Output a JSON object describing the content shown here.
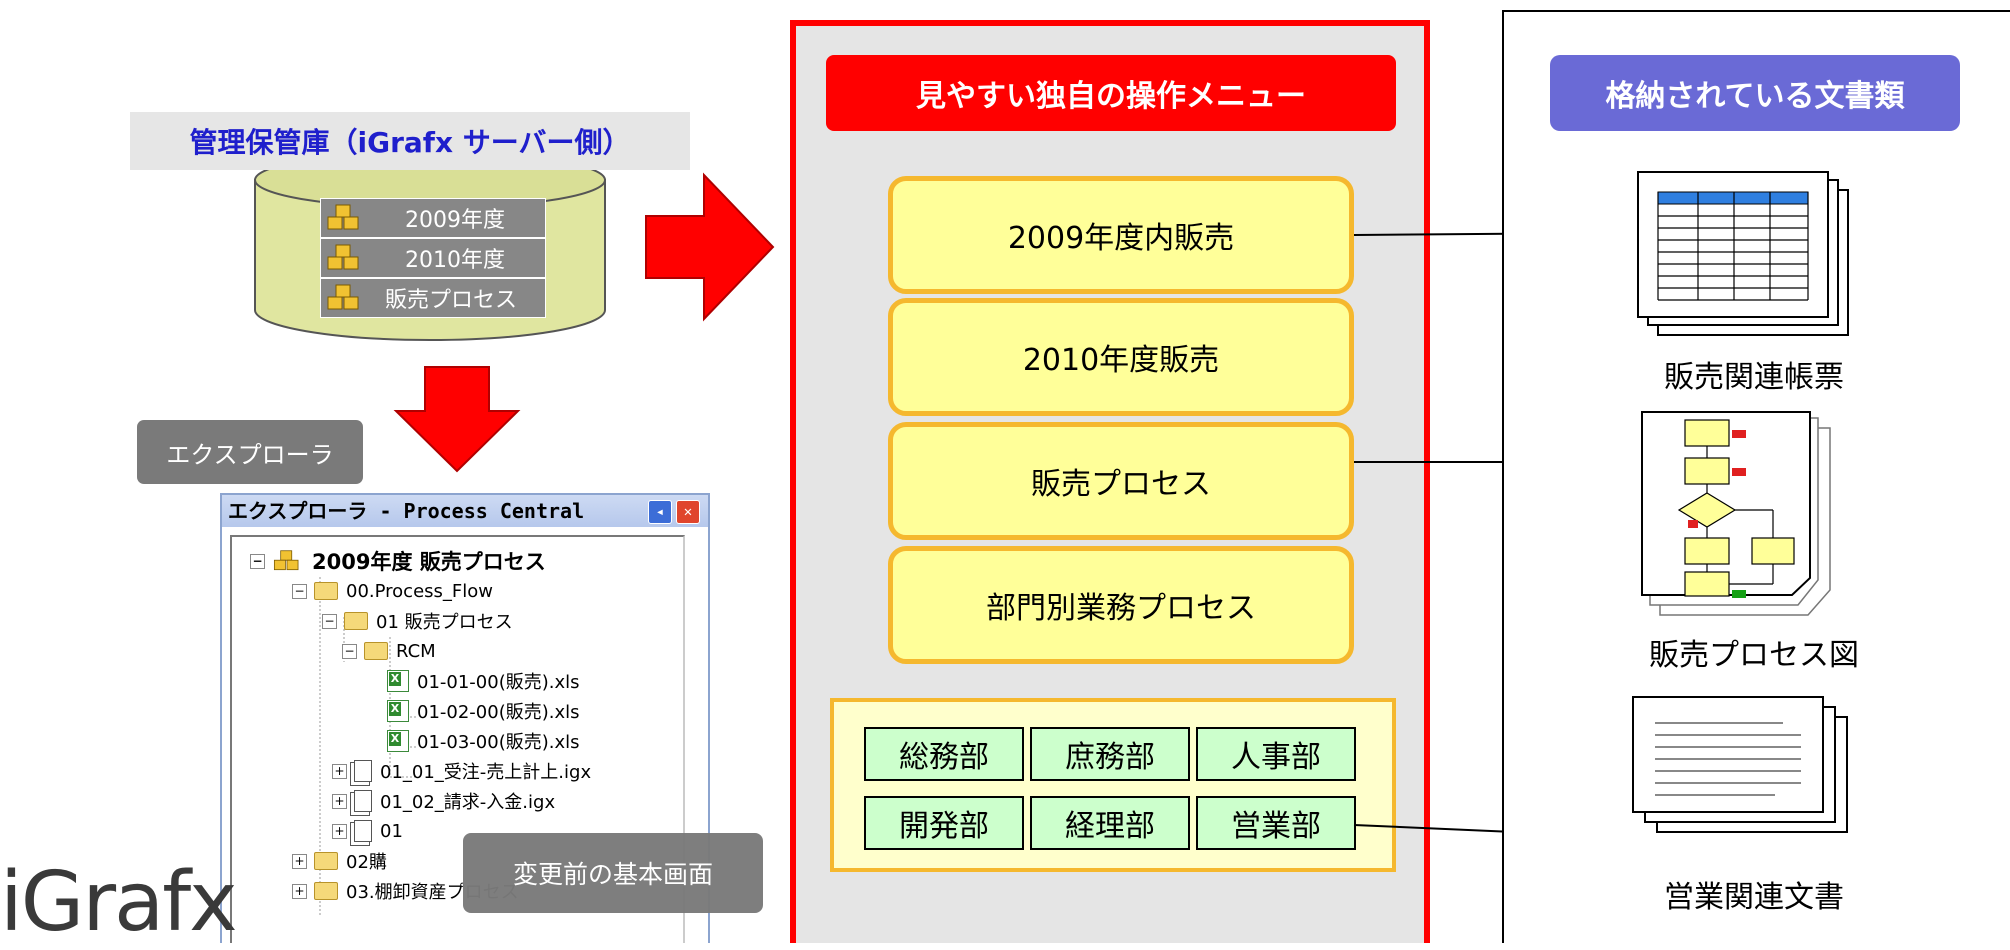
{
  "repository": {
    "title": "管理保管庫（iGrafx サーバー側）",
    "items": [
      "2009年度",
      "2010年度",
      "販売プロセス"
    ]
  },
  "explorer_label": "エクスプローラ",
  "explorer": {
    "title": "エクスプローラ - Process Central",
    "tree": [
      {
        "toggle": "⊟",
        "icon": "cubes",
        "label": "2009年度 販売プロセス",
        "bold": true
      },
      {
        "toggle": "⊟",
        "icon": "folder",
        "label": "00.Process_Flow"
      },
      {
        "toggle": "⊟",
        "icon": "folder",
        "label": "01 販売プロセス"
      },
      {
        "toggle": "⊟",
        "icon": "folder",
        "label": "RCM"
      },
      {
        "toggle": "",
        "icon": "xls",
        "label": "01-01-00(販売).xls"
      },
      {
        "toggle": "",
        "icon": "xls",
        "label": "01-02-00(販売).xls"
      },
      {
        "toggle": "",
        "icon": "xls",
        "label": "01-03-00(販売).xls"
      },
      {
        "toggle": "⊞",
        "icon": "doc",
        "label": "01_01_受注-売上計上.igx"
      },
      {
        "toggle": "⊞",
        "icon": "doc",
        "label": "01_02_請求-入金.igx"
      },
      {
        "toggle": "⊞",
        "icon": "doc",
        "label": "01"
      },
      {
        "toggle": "⊞",
        "icon": "folder",
        "label": "02購"
      },
      {
        "toggle": "⊞",
        "icon": "folder",
        "label": "03.棚卸資産プロセス"
      }
    ]
  },
  "before_label": "変更前の基本画面",
  "logo_text": "iGrafx",
  "menu": {
    "header": "見やすい独自の操作メニュー",
    "items": [
      "2009年度内販売",
      "2010年度販売",
      "販売プロセス",
      "部門別業務プロセス"
    ],
    "departments": [
      "総務部",
      "庶務部",
      "人事部",
      "開発部",
      "経理部",
      "営業部"
    ]
  },
  "documents": {
    "header": "格納されている文書類",
    "labels": [
      "販売関連帳票",
      "販売プロセス図",
      "営業関連文書"
    ]
  },
  "colors": {
    "red": "#ff0000",
    "menu_item_fill": "#ffff99",
    "menu_item_border": "#f5b82e",
    "dept_fill": "#ccffcc",
    "docs_header": "#6a6ad6",
    "repo_title_text": "#1f1fcc"
  }
}
